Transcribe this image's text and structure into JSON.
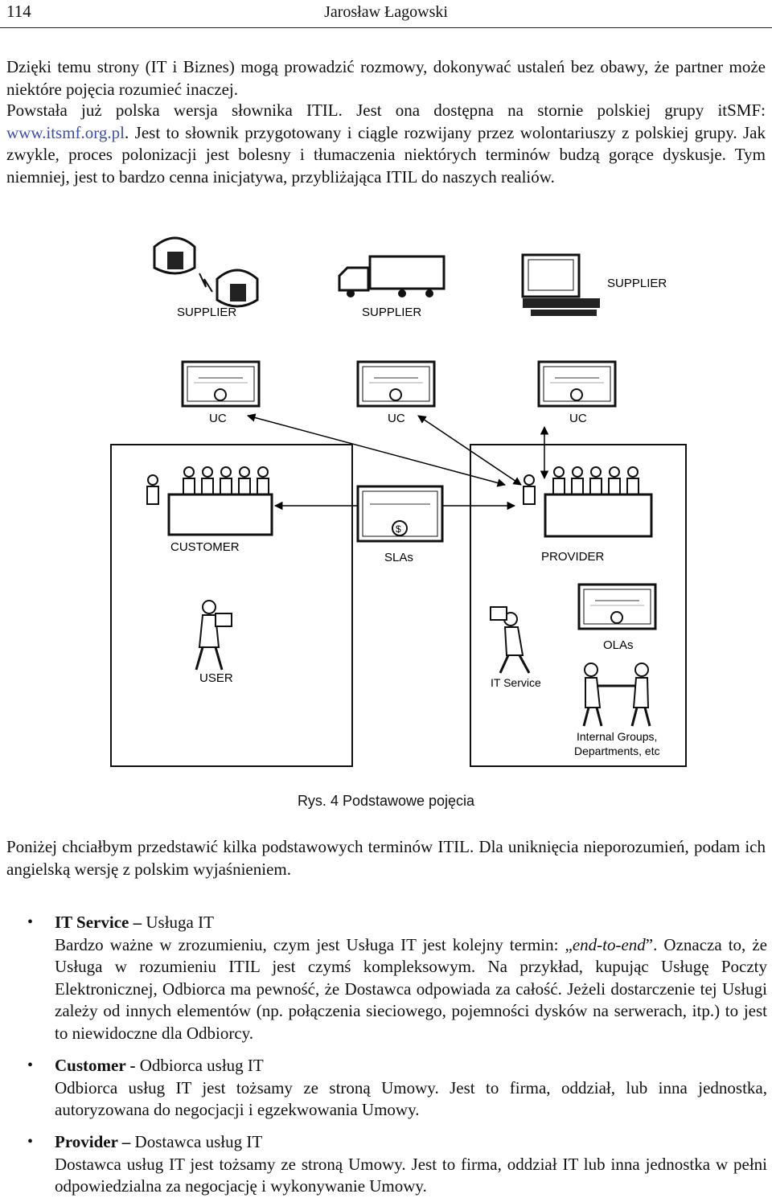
{
  "header": {
    "page_number": "114",
    "author": "Jarosław Łagowski"
  },
  "intro": {
    "p1": "Dzięki temu strony (IT i Biznes) mogą prowadzić rozmowy, dokonywać ustaleń bez obawy, że partner może niektóre pojęcia rozumieć inaczej.",
    "p2_before": "Powstała już polska wersja słownika ITIL. Jest ona dostępna na stornie polskiej grupy itSMF: ",
    "p2_link": "www.itsmf.org.pl",
    "p2_after": ". Jest to słownik przygotowany i ciągle rozwijany przez wolontariuszy z polskiej grupy. Jak zwykle, proces polonizacji jest bolesny i tłumaczenia niektórych terminów budzą gorące dyskusje. Tym niemniej, jest to bardzo cenna inicjatywa, przybliżająca ITIL do naszych realiów."
  },
  "figure": {
    "labels": {
      "supplier": "SUPPLIER",
      "uc": "UC",
      "customer": "CUSTOMER",
      "slas": "SLAs",
      "provider": "PROVIDER",
      "user": "USER",
      "it_service": "IT Service",
      "olas": "OLAs",
      "internal_line1": "Internal Groups,",
      "internal_line2": "Departments, etc"
    },
    "caption": "Rys. 4 Podstawowe pojęcia"
  },
  "after_figure": {
    "text": "Poniżej chciałbym przedstawić kilka podstawowych terminów ITIL. Dla uniknięcia nieporozumień, podam ich angielską wersję z polskim wyjaśnieniem."
  },
  "definitions": [
    {
      "term": "IT Service",
      "separator": " – ",
      "translation": "Usługa IT",
      "body_before": "Bardzo ważne w zrozumieniu, czym jest Usługa IT jest kolejny termin: „",
      "body_em": "end-to-end",
      "body_after": "”. Oznacza to, że Usługa w rozumieniu ITIL jest czymś kompleksowym. Na przykład, kupując Usługę Poczty Elektronicznej, Odbiorca ma pewność, że Dostawca odpowiada za całość. Jeżeli dostarczenie tej Usługi zależy od innych elementów (np. połączenia sieciowego, pojemności dysków na serwerach, itp.) to jest to niewidoczne dla Odbiorcy."
    },
    {
      "term": "Customer -",
      "separator": " ",
      "translation": "Odbiorca usług IT",
      "body": "Odbiorca usług IT jest tożsamy ze stroną Umowy. Jest to firma, oddział, lub inna jednostka, autoryzowana do negocjacji i egzekwowania Umowy."
    },
    {
      "term": "Provider",
      "separator": " – ",
      "translation": "Dostawca usług IT",
      "body": "Dostawca usług IT jest tożsamy ze stroną Umowy. Jest to firma, oddział IT lub inna jednostka w pełni odpowiedzialna za negocjację i wykonywanie Umowy."
    }
  ],
  "bullet_glyph": "•"
}
